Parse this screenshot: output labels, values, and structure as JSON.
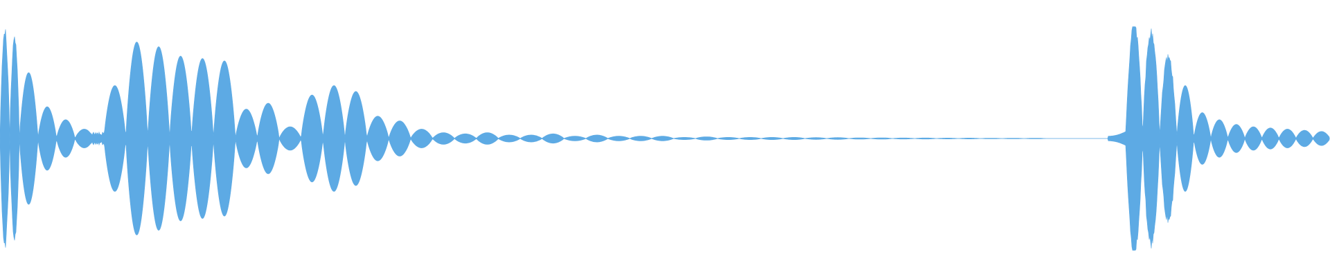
{
  "waveform": {
    "color": "#5daae4",
    "background": "#ffffff",
    "segments": [
      {
        "type": "lobes",
        "amplitude": [
          0.83,
          0.56,
          0.27,
          0.16,
          0.08
        ],
        "lobe_count": [
          2,
          1,
          1,
          1,
          1
        ],
        "decay": "fast"
      },
      {
        "type": "noise",
        "amplitude": 0.04
      },
      {
        "type": "lobes",
        "amplitude": [
          0.45,
          0.82,
          0.78,
          0.7,
          0.68,
          0.66,
          0.25,
          0.3,
          0.1,
          0.37,
          0.45,
          0.4,
          0.19,
          0.15,
          0.08,
          0.05,
          0.04,
          0.05,
          0.03,
          0.03,
          0.04,
          0.02,
          0.03,
          0.02,
          0.02,
          0.02,
          0.01,
          0.015,
          0.01,
          0.01,
          0.01,
          0.01,
          0.008,
          0.008,
          0.006,
          0.006,
          0.005,
          0.005,
          0.004,
          0.004,
          0.003,
          0.003,
          0.003
        ]
      },
      {
        "type": "silence"
      },
      {
        "type": "lobes",
        "amplitude": [
          0.9,
          0.85,
          0.65,
          0.45,
          0.22,
          0.16,
          0.12,
          0.1,
          0.09,
          0.08,
          0.07,
          0.06
        ]
      }
    ]
  }
}
